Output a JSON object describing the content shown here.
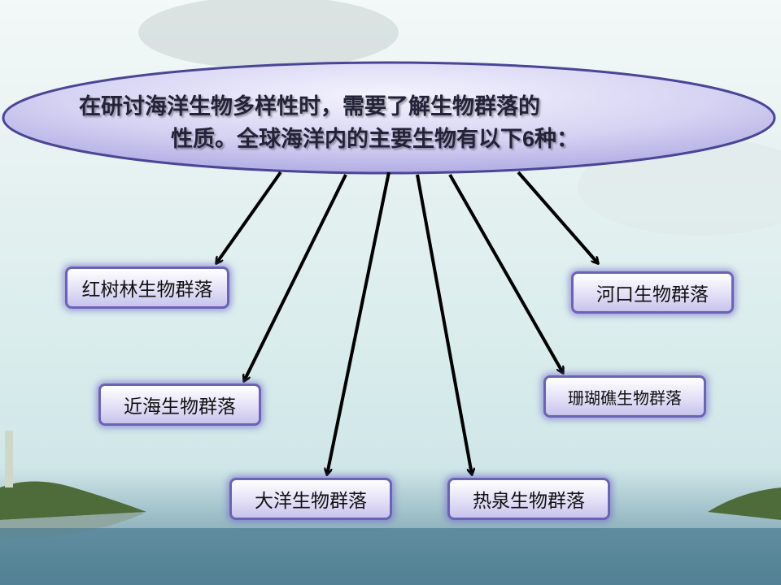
{
  "main_statement": {
    "line1": "在研讨海洋生物多样性时，需要了解生物群落的",
    "line2": "性质。全球海洋内的主要生物有以下6种："
  },
  "communities": [
    {
      "label": "红树林生物群落"
    },
    {
      "label": "近海生物群落"
    },
    {
      "label": "大洋生物群落"
    },
    {
      "label": "热泉生物群落"
    },
    {
      "label": "珊瑚礁生物群落"
    },
    {
      "label": "河口生物群落"
    }
  ],
  "colors": {
    "ellipse_fill": "#cfccf0",
    "ellipse_border": "#4a4596",
    "box_border": "#6a63b8",
    "arrow": "#000000"
  }
}
